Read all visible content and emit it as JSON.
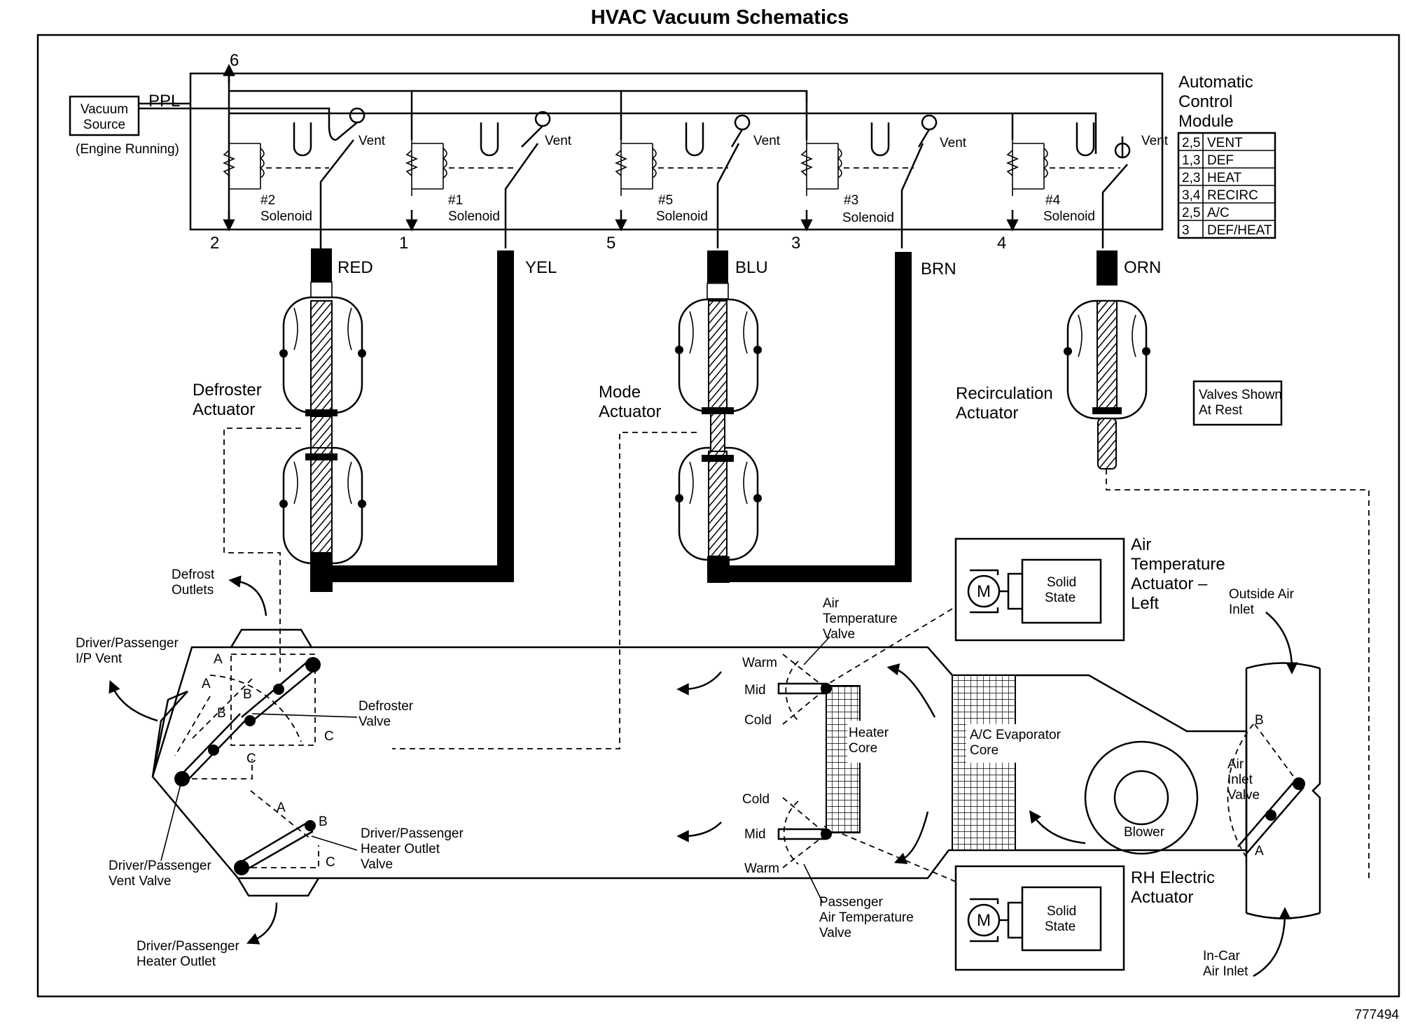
{
  "title": "HVAC Vacuum Schematics",
  "figure_id": "777494",
  "vacuum_source": {
    "line1": "Vacuum",
    "line2": "Source",
    "note": "(Engine Running)",
    "line_color": "PPL"
  },
  "module": {
    "title_lines": [
      "Automatic",
      "Control",
      "Module"
    ],
    "modes": [
      {
        "ports": "2,5",
        "mode": "VENT"
      },
      {
        "ports": "1,3",
        "mode": "DEF"
      },
      {
        "ports": "2,3",
        "mode": "HEAT"
      },
      {
        "ports": "3,4",
        "mode": "RECIRC"
      },
      {
        "ports": "2,5",
        "mode": "A/C"
      },
      {
        "ports": "3",
        "mode": "DEF/HEAT"
      }
    ]
  },
  "port_top": "6",
  "vent_label": "Vent",
  "solenoid_word": "Solenoid",
  "solenoids": [
    {
      "id": "#2",
      "port": "2",
      "hose": "RED"
    },
    {
      "id": "#1",
      "port": "1",
      "hose": "YEL"
    },
    {
      "id": "#5",
      "port": "5",
      "hose": "BLU"
    },
    {
      "id": "#3",
      "port": "3",
      "hose": "BRN"
    },
    {
      "id": "#4",
      "port": "4",
      "hose": "ORN"
    }
  ],
  "actuators": {
    "defroster": [
      "Defroster",
      "Actuator"
    ],
    "mode": [
      "Mode",
      "Actuator"
    ],
    "recirc": [
      "Recirculation",
      "Actuator"
    ]
  },
  "valves_note": [
    "Valves Shown",
    "At Rest"
  ],
  "air_temp_left": {
    "title": [
      "Air",
      "Temperature",
      "Actuator –",
      "Left"
    ],
    "motor": "M",
    "box": [
      "Solid",
      "State"
    ]
  },
  "rh_electric": {
    "title": [
      "RH Electric",
      "Actuator"
    ],
    "motor": "M",
    "box": [
      "Solid",
      "State"
    ]
  },
  "duct": {
    "defrost_outlets": [
      "Defrost",
      "Outlets"
    ],
    "ip_vent": [
      "Driver/Passenger",
      "I/P Vent"
    ],
    "defroster_valve": [
      "Defroster",
      "Valve"
    ],
    "vent_valve": [
      "Driver/Passenger",
      "Vent Valve"
    ],
    "heater_outlet_valve": [
      "Driver/Passenger",
      "Heater Outlet",
      "Valve"
    ],
    "heater_outlet": [
      "Driver/Passenger",
      "Heater Outlet"
    ],
    "air_temp_valve": [
      "Air",
      "Temperature",
      "Valve"
    ],
    "pass_air_temp_valve": [
      "Passenger",
      "Air Temperature",
      "Valve"
    ],
    "warm": "Warm",
    "mid": "Mid",
    "cold": "Cold",
    "heater_core": [
      "Heater",
      "Core"
    ],
    "evap_core": [
      "A/C Evaporator",
      "Core"
    ],
    "blower": "Blower",
    "outside_air": [
      "Outside Air",
      "Inlet"
    ],
    "incar_air": [
      "In-Car",
      "Air Inlet"
    ],
    "air_inlet_valve": [
      "Air",
      "Inlet",
      "Valve"
    ],
    "pos_a": "A",
    "pos_b": "B",
    "pos_c": "C"
  }
}
